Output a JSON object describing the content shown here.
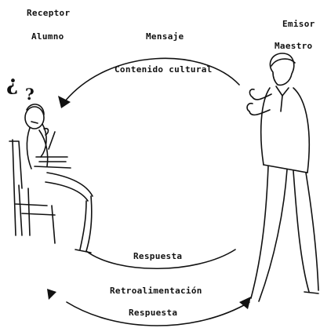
{
  "labels": {
    "receptor": "Receptor",
    "alumno": "Alumno",
    "mensaje": "Mensaje",
    "contenido": "Contenido cultural",
    "emisor": "Emisor",
    "maestro": "Maestro",
    "respuesta_inner": "Respuesta",
    "retroalimentacion": "Retroalimentación",
    "respuesta_outer": "Respuesta"
  },
  "question_marks": {
    "open": "¿",
    "close": "?"
  },
  "colors": {
    "ink": "#111111",
    "paper": "#ffffff"
  }
}
